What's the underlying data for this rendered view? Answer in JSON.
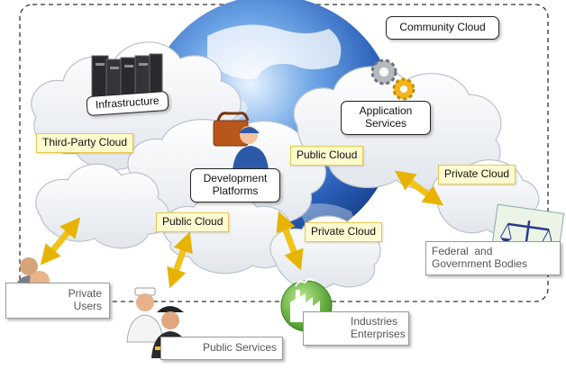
{
  "labels": {
    "community_cloud": "Community Cloud",
    "infrastructure": "Infrastructure",
    "third_party_cloud": "Third-Party Cloud",
    "application_services_line1": "Application",
    "application_services_line2": "Services",
    "public_cloud_top": "Public Cloud",
    "development_platforms_line1": "Development",
    "development_platforms_line2": "Platforms",
    "private_cloud_right": "Private Cloud",
    "public_cloud_bottom": "Public Cloud",
    "private_cloud_bottom": "Private Cloud",
    "private_users_line1": "Private",
    "private_users_line2": "Users",
    "public_services": "Public Services",
    "industries_line1": "Industries",
    "industries_line2": "Enterprises",
    "federal_line1": "Federal  and",
    "federal_line2": "Government Bodies"
  },
  "colors": {
    "label_fill": "#fffbd0",
    "label_border": "#e8c84a",
    "arrow": "#f2cb1c",
    "globe": "#2f6fc4",
    "industry_icon": "#5aa832"
  },
  "icons": [
    "server-icon",
    "gears-icon",
    "developer-icon",
    "users-icon",
    "doctor-firefighter-icon",
    "factory-icon",
    "justice-scale-icon"
  ]
}
